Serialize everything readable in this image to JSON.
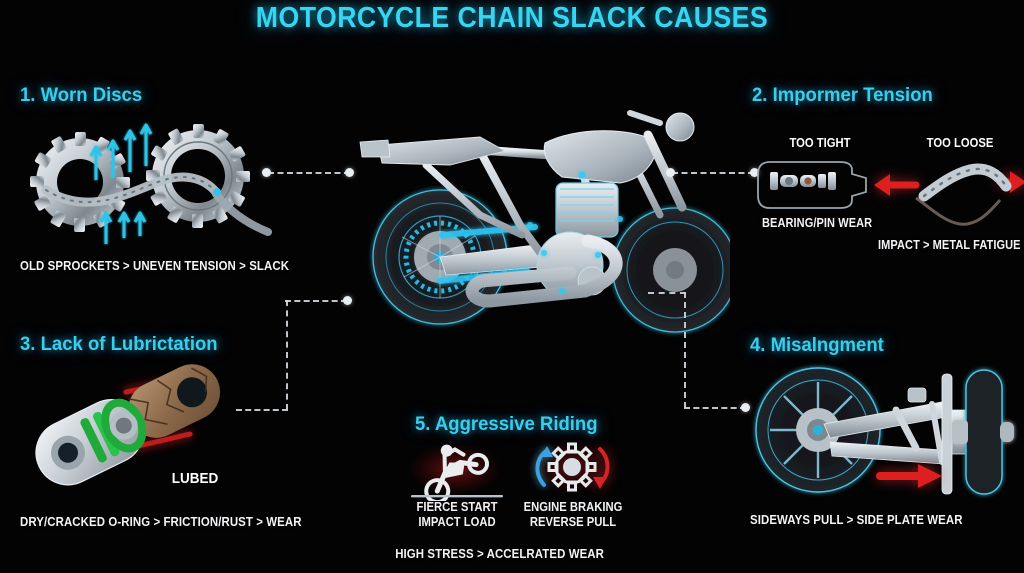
{
  "page": {
    "title": "MOTORCYCLE CHAIN SLACK CAUSES",
    "background_color": "#000000",
    "accent_color": "#38cfef",
    "caption_color": "#ffffff",
    "warning_color": "#d42020"
  },
  "sections": [
    {
      "id": "worn-discs",
      "number": "1.",
      "title": "1. Worn Discs",
      "caption": "OLD SPROCKETS > UNEVEN TENSION > SLACK",
      "illustration": "two-sprockets-with-chain-and-up-arrows"
    },
    {
      "id": "improper-tension",
      "number": "2.",
      "title": "2. Impormer Tension",
      "labels": {
        "left": "TOO TIGHT",
        "right": "TOO LOOSE",
        "left_caption": "BEARING/PIN WEAR",
        "right_caption": "IMPACT > METAL FATIGUE"
      },
      "illustration": "tight-link-capsule-and-sagging-chain"
    },
    {
      "id": "lack-of-lubrication",
      "number": "3.",
      "title": "3. Lack of Lubrictation",
      "label": "LUBED",
      "caption": "DRY/CRACKED O-RING > FRICTION/RUST > WEAR",
      "illustration": "split-chain-link-lubed-vs-rusted"
    },
    {
      "id": "misalignment",
      "number": "4.",
      "title": "4. Misalngment",
      "caption": "SIDEWAYS PULL > SIDE PLATE WEAR",
      "illustration": "top-view-rear-wheel-swingarm-red-arrow"
    },
    {
      "id": "aggressive-riding",
      "number": "5.",
      "title": "5. Aggressive Riding",
      "items": [
        {
          "icon": "wheelie-motorcycle-icon",
          "line1": "FIERCE START",
          "line2": "IMPACT LOAD"
        },
        {
          "icon": "gear-reverse-rotation-icon",
          "line1": "ENGINE BRAKING",
          "line2": "REVERSE PULL"
        }
      ],
      "caption": "HIGH STRESS > ACCELRATED WEAR"
    }
  ],
  "center": {
    "illustration": "motorcycle-side-view-with-highlighted-chain",
    "alt": "Motorcycle side view, silver body with cyan-highlighted drive chain"
  }
}
